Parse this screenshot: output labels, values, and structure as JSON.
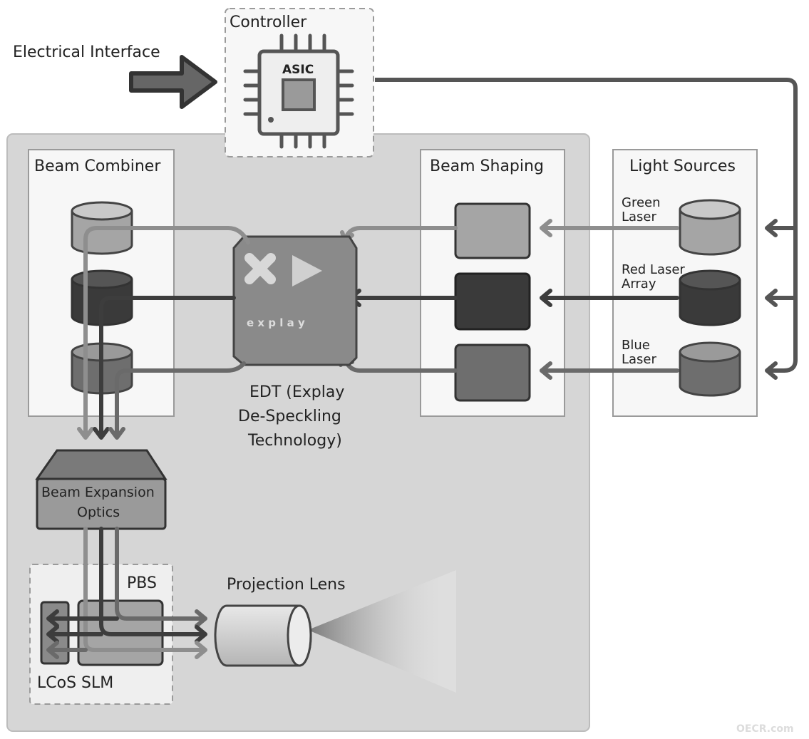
{
  "labels": {
    "controller": "Controller",
    "electrical_interface": "Electrical Interface",
    "asic": "ASIC",
    "beam_combiner": "Beam Combiner",
    "beam_shaping": "Beam Shaping",
    "light_sources": "Light Sources",
    "green_laser_1": "Green",
    "green_laser_2": "Laser",
    "red_laser_1": "Red Laser",
    "red_laser_2": "Array",
    "blue_laser_1": "Blue",
    "blue_laser_2": "Laser",
    "edt_1": "EDT (Explay",
    "edt_2": "De-Speckling",
    "edt_3": "Technology)",
    "explay_logo": "e x p l a y",
    "beam_expansion_1": "Beam Expansion",
    "beam_expansion_2": "Optics",
    "pbs": "PBS",
    "lcos_slm": "LCoS SLM",
    "projection_lens": "Projection Lens",
    "watermark": "OECR.com"
  },
  "colors": {
    "panel": "#d6d6d6",
    "box": "#f7f7f7",
    "green_tone": "#9c9c9c",
    "red_tone": "#3a3a3a",
    "blue_tone": "#6e6e6e",
    "line_dark": "#3d3d3d",
    "line_mid": "#6a6a6a",
    "line_light": "#8e8e8e"
  }
}
